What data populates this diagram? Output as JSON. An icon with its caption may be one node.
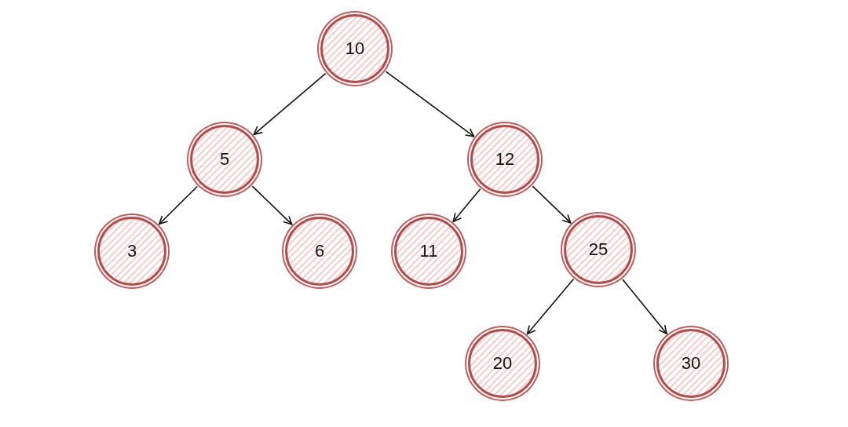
{
  "diagram": {
    "nodes": [
      {
        "text": [
          "10"
        ]
      },
      {
        "text": [
          "5"
        ]
      },
      {
        "text": [
          "12"
        ]
      },
      {
        "text": [
          "3"
        ]
      },
      {
        "text": [
          "6"
        ]
      },
      {
        "text": [
          "11"
        ]
      },
      {
        "text": [
          "25"
        ]
      },
      {
        "text": [
          "20"
        ]
      },
      {
        "text": [
          "30"
        ]
      }
    ],
    "edges": [
      {
        "from": 0,
        "to": 1,
        "arrow": "to"
      },
      {
        "from": 0,
        "to": 2,
        "arrow": "to"
      },
      {
        "from": 1,
        "to": 3,
        "arrow": "to"
      },
      {
        "from": 1,
        "to": 4,
        "arrow": "to"
      },
      {
        "from": 2,
        "to": 5,
        "arrow": "to"
      },
      {
        "from": 2,
        "to": 6,
        "arrow": "to"
      },
      {
        "from": 6,
        "to": 7,
        "arrow": "to"
      },
      {
        "from": 6,
        "to": 8,
        "arrow": "to"
      }
    ]
  }
}
